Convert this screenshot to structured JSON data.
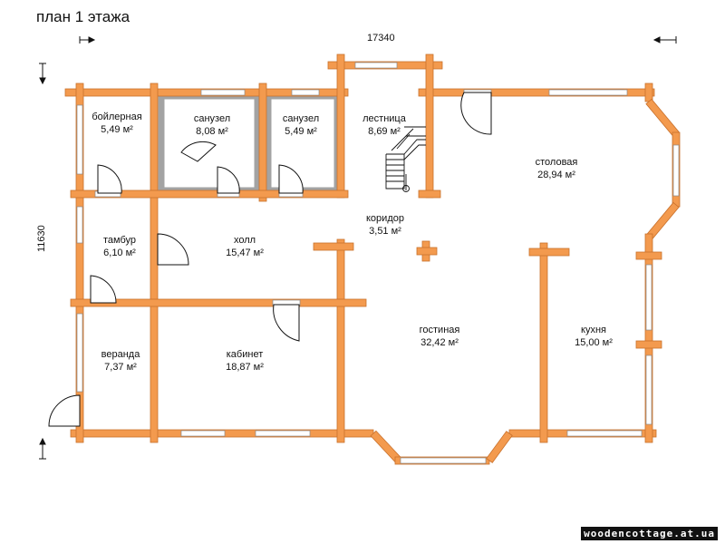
{
  "title": "план 1 этажа",
  "dimensions": {
    "width": "17340",
    "height": "11630"
  },
  "rooms": [
    {
      "id": "boiler",
      "name": "бойлерная",
      "area": "5,49 м²"
    },
    {
      "id": "bath1",
      "name": "санузел",
      "area": "8,08 м²"
    },
    {
      "id": "bath2",
      "name": "санузел",
      "area": "5,49 м²"
    },
    {
      "id": "stairs",
      "name": "лестница",
      "area": "8,69 м²"
    },
    {
      "id": "dining",
      "name": "столовая",
      "area": "28,94 м²"
    },
    {
      "id": "corridor",
      "name": "коридор",
      "area": "3,51 м²"
    },
    {
      "id": "vestibule",
      "name": "тамбур",
      "area": "6,10 м²"
    },
    {
      "id": "hall",
      "name": "холл",
      "area": "15,47 м²"
    },
    {
      "id": "veranda",
      "name": "веранда",
      "area": "7,37 м²"
    },
    {
      "id": "study",
      "name": "кабинет",
      "area": "18,87 м²"
    },
    {
      "id": "living",
      "name": "гостиная",
      "area": "32,42 м²"
    },
    {
      "id": "kitchen",
      "name": "кухня",
      "area": "15,00 м²"
    }
  ],
  "watermark": "woodencottage.at.ua",
  "colors": {
    "wall": "#f39a4e",
    "wall_edge": "#c9712c",
    "wet_room": "#a3a3a3",
    "window": "#ffffff"
  }
}
